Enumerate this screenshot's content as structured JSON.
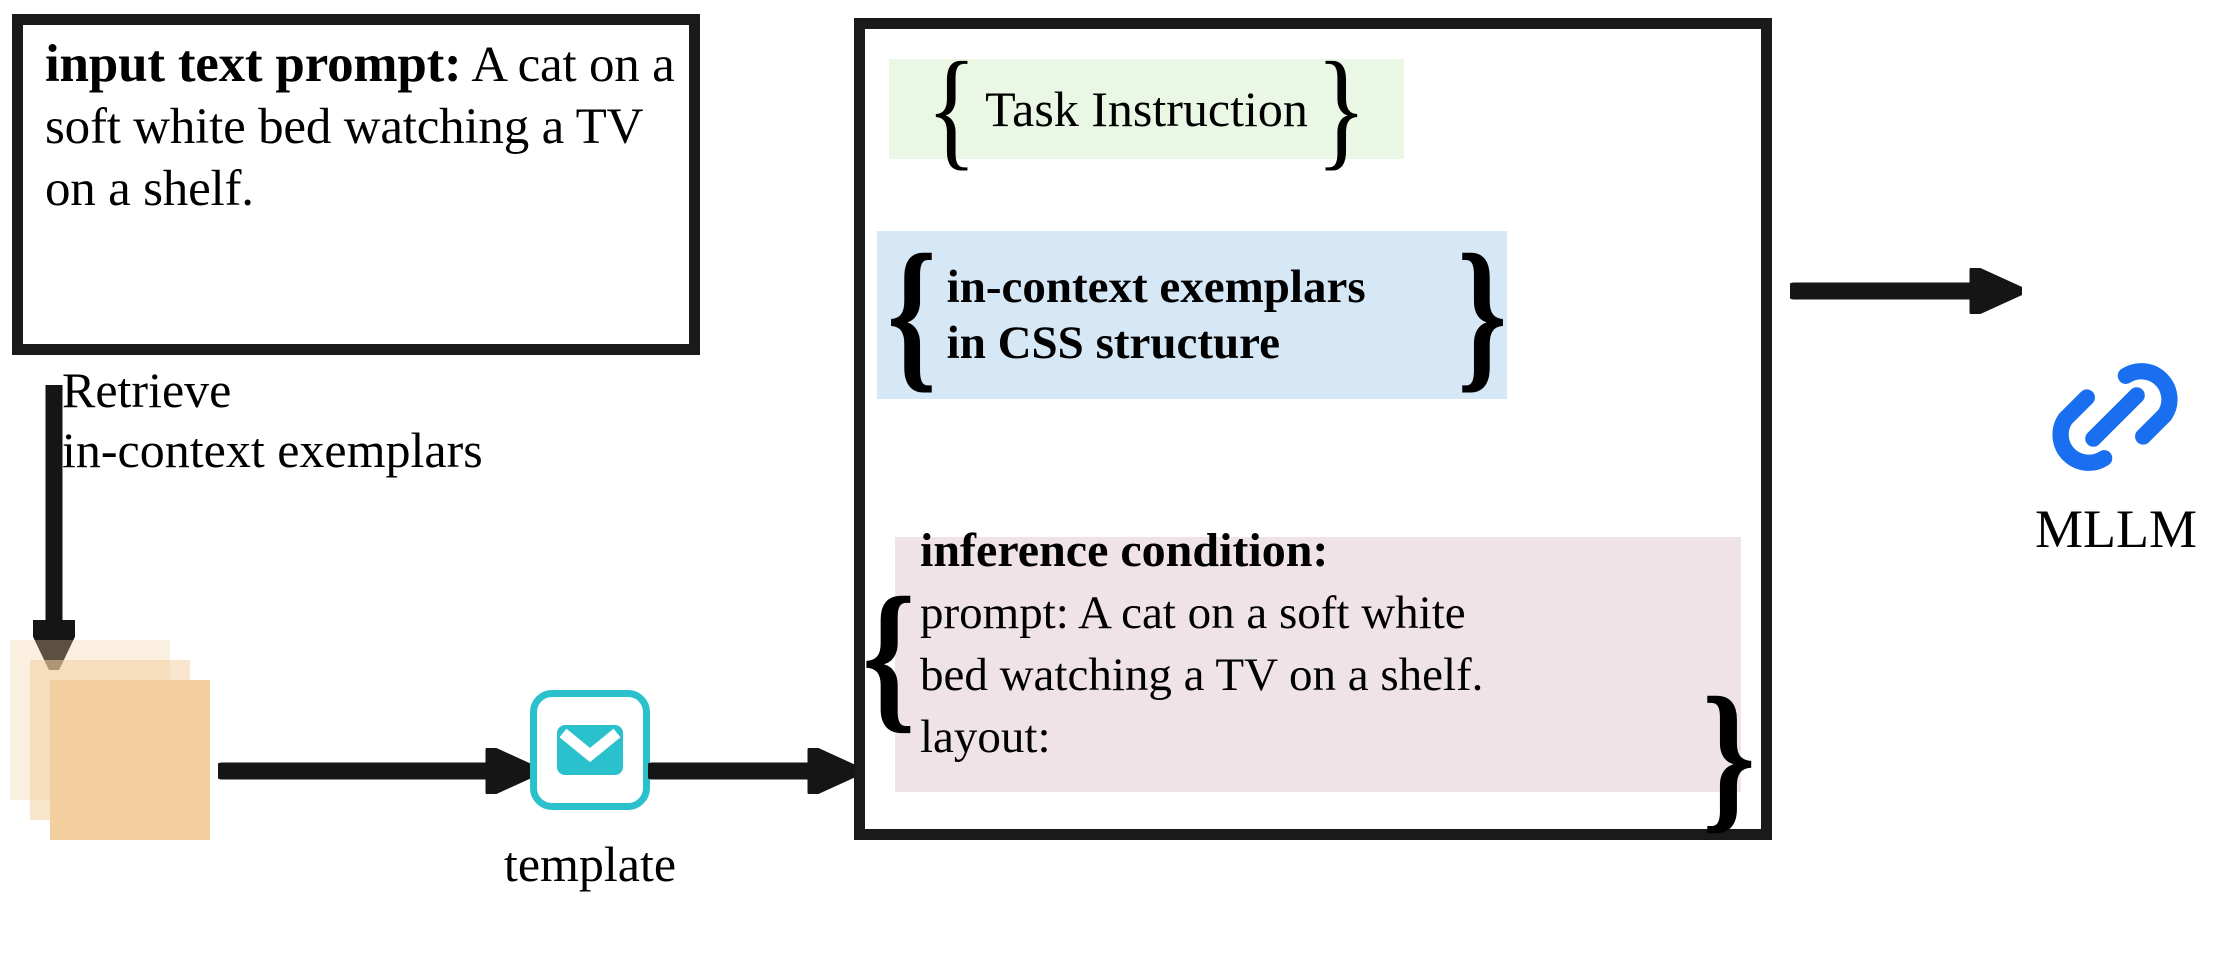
{
  "input_box": {
    "label": "input text prompt:",
    "prompt": "A cat on a soft white bed watching a TV on a shelf."
  },
  "retrieve": {
    "label": "Retrieve\nin-context exemplars",
    "arrow_icon": "down-arrow-icon"
  },
  "image_stack": {
    "name": "retrieved-exemplar-images",
    "color": "#f3cfa0",
    "count": 3
  },
  "template": {
    "label": "template",
    "icon": "envelope-icon",
    "accent_color": "#2ac1cd"
  },
  "arrows": {
    "images_to_template": "right-arrow-icon",
    "template_to_panel": "right-arrow-icon",
    "panel_to_mllm": "right-arrow-icon"
  },
  "prompt_panel": {
    "task_instruction": {
      "brace_open": "{",
      "label": "Task Instruction",
      "brace_close": "}",
      "background": "#eaf7e4"
    },
    "exemplars": {
      "brace_open": "{",
      "label": "in-context exemplars\nin CSS structure",
      "brace_close": "}",
      "background": "#d6e7f6"
    },
    "inference": {
      "brace_open": "{",
      "brace_close": "}",
      "heading": "inference condition:",
      "prompt_line1": "prompt: A cat on a soft white",
      "prompt_line2": "bed watching a TV on a shelf.",
      "layout_line": "layout:",
      "background": "#efe3e8"
    }
  },
  "mllm": {
    "label": "MLLM",
    "icon": "chain-link-icon",
    "icon_color": "#1a6ff0"
  }
}
